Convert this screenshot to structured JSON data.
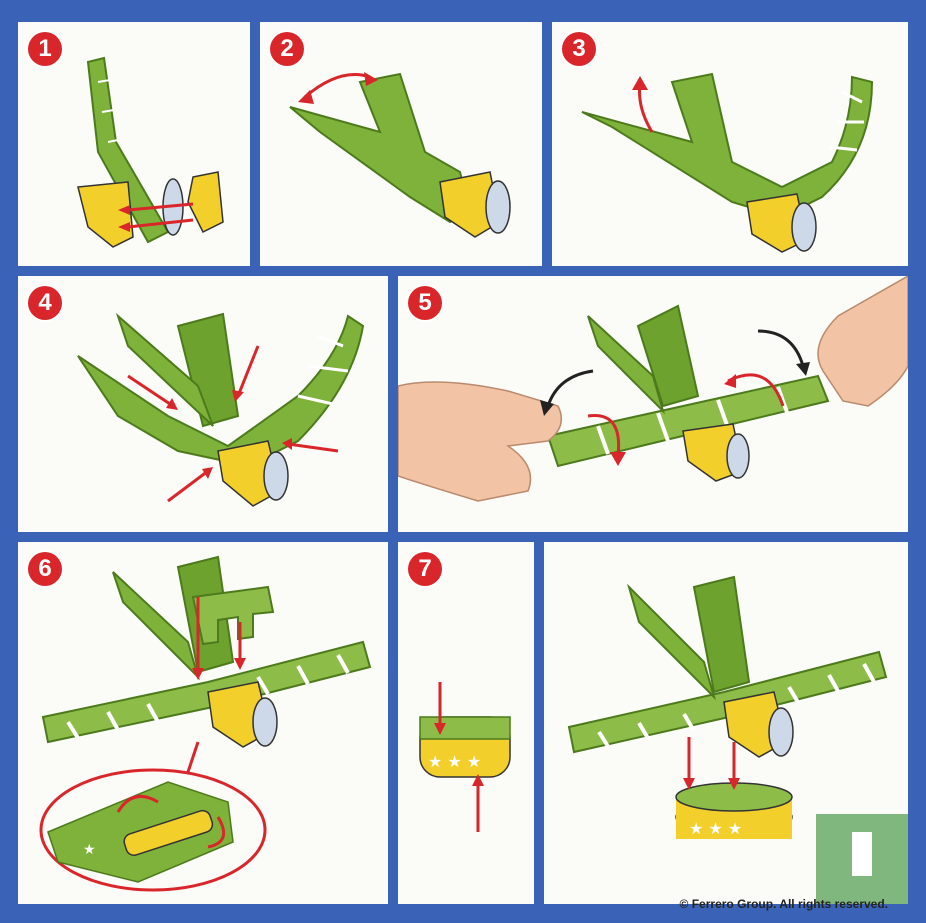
{
  "steps": [
    {
      "number": "1"
    },
    {
      "number": "2"
    },
    {
      "number": "3"
    },
    {
      "number": "4"
    },
    {
      "number": "5"
    },
    {
      "number": "6"
    },
    {
      "number": "7"
    }
  ],
  "footer": {
    "copyright": "© Ferrero Group. All rights reserved."
  },
  "colors": {
    "frame": "#3a63b8",
    "panel": "#fbfbf8",
    "badge": "#d9262b",
    "wing_green": "#7fb23a",
    "dark_green": "#5a8a24",
    "yellow": "#f2cf2b",
    "arrow_red": "#d9262b",
    "skin": "#f2c3a4"
  },
  "icons": [
    "step-badge",
    "airplane-part-illustration",
    "red-arrow",
    "hand-illustration",
    "star-icon"
  ]
}
